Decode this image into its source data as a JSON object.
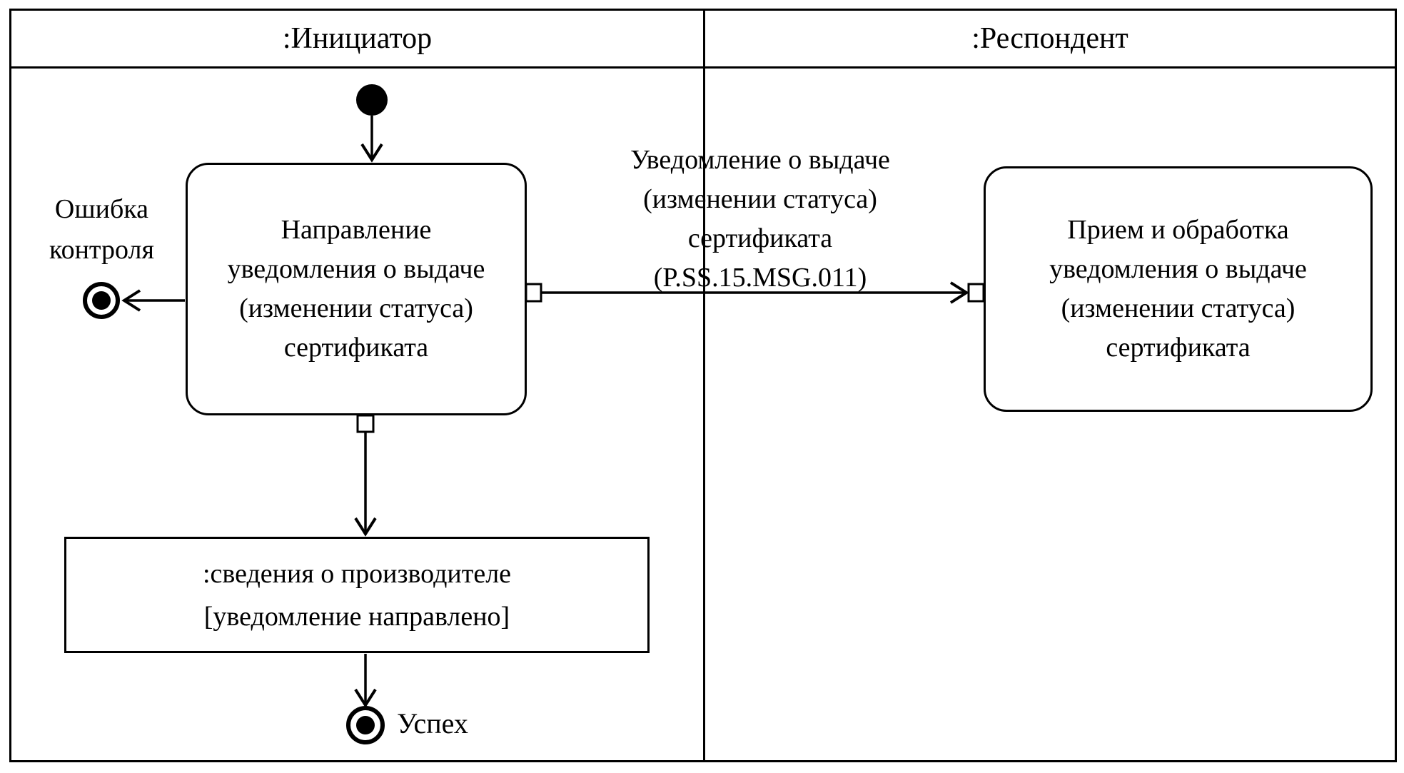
{
  "colors": {
    "ink": "#000000",
    "paper": "#ffffff"
  },
  "lanes": [
    {
      "label": ":Инициатор"
    },
    {
      "label": ":Респондент"
    }
  ],
  "initiator": {
    "activity_lines": [
      "Направление",
      "уведомления о выдаче",
      "(изменении статуса)",
      "сертификата"
    ],
    "error_label_lines": [
      "Ошибка",
      "контроля"
    ],
    "object_lines": [
      ":сведения о производителе",
      "[уведомление направлено]"
    ],
    "success_label": "Успех"
  },
  "respondent": {
    "activity_lines": [
      "Прием и обработка",
      "уведомления о выдаче",
      "(изменении статуса)",
      "сертификата"
    ]
  },
  "message_lines": [
    "Уведомление о выдаче",
    "(изменении статуса)",
    "сертификата",
    "(P.SS.15.MSG.011)"
  ]
}
